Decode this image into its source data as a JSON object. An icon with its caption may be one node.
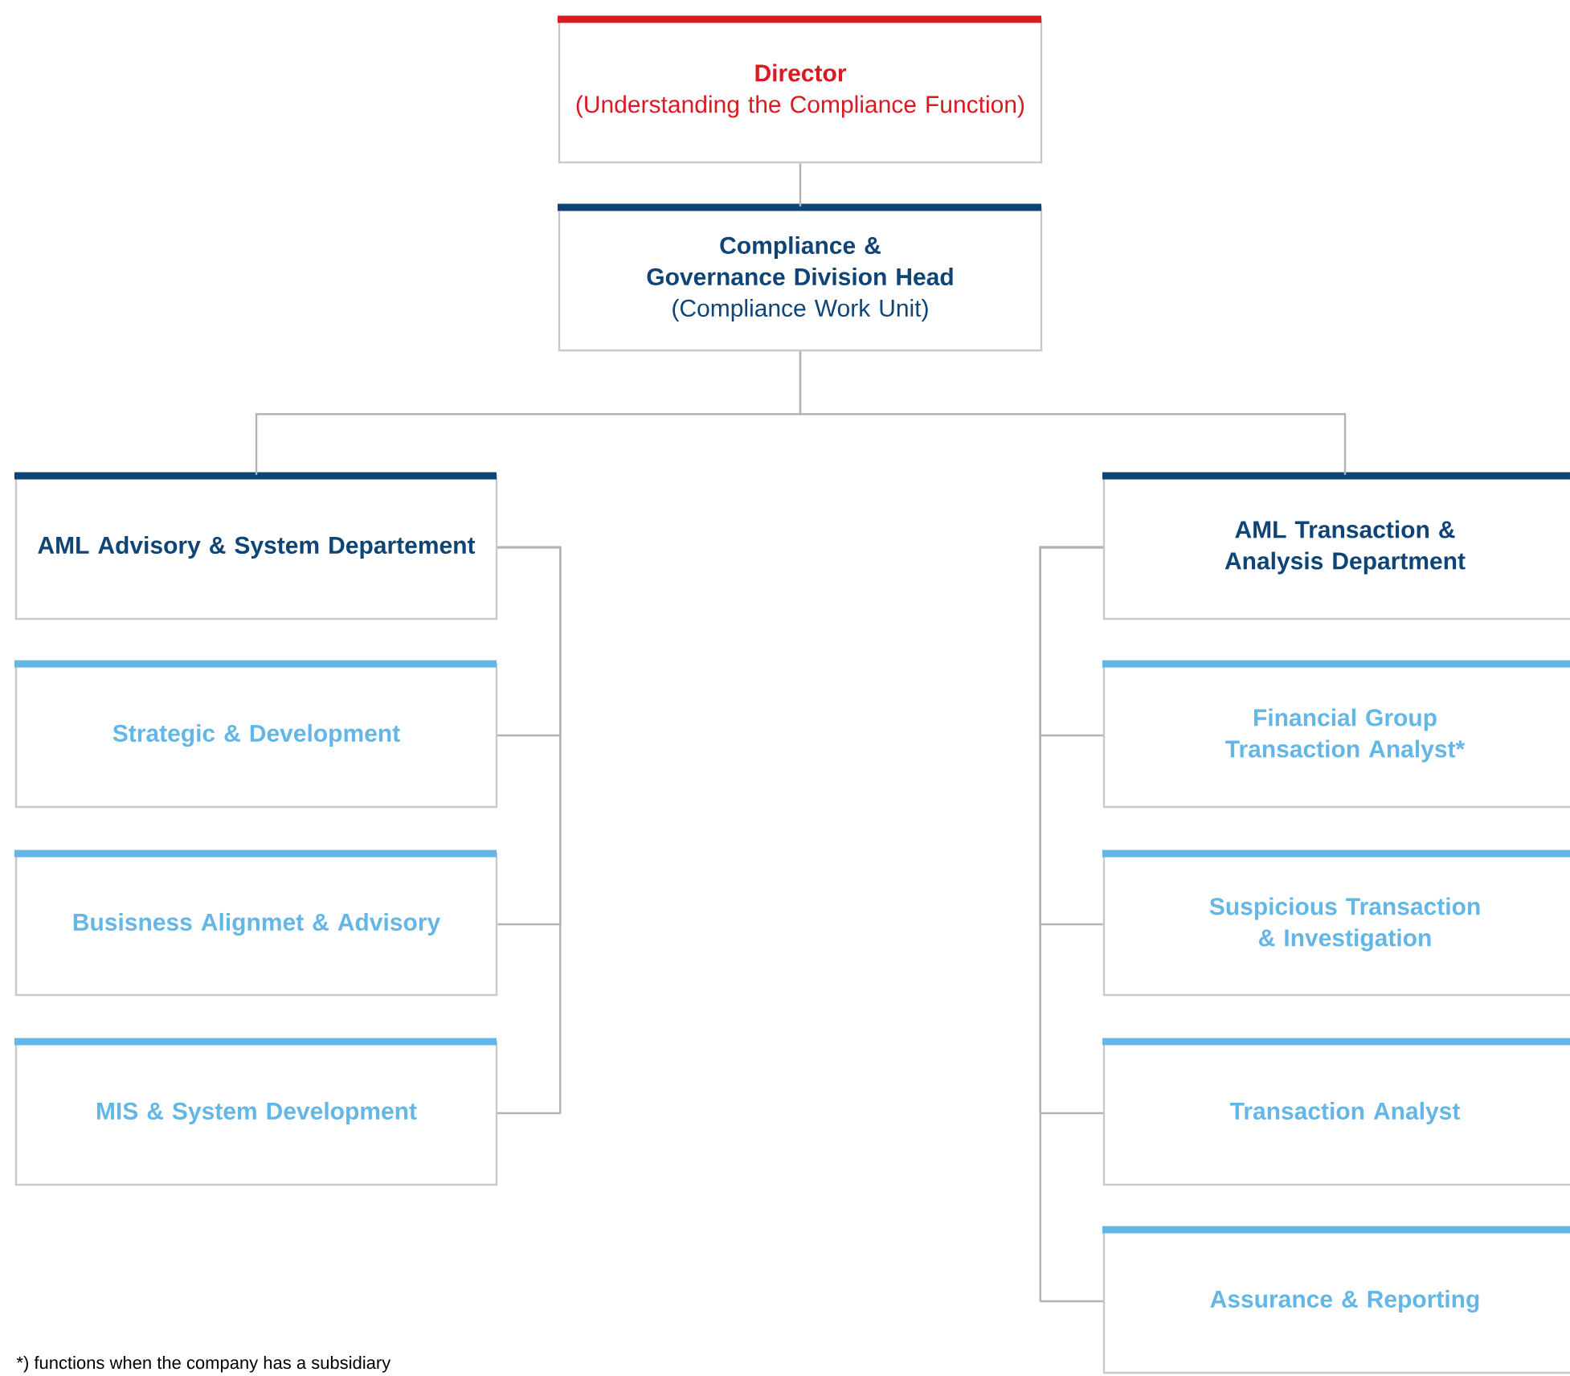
{
  "diagram": {
    "nodes": [
      {
        "text": [
          "Director",
          "(Understanding the Compliance Function)"
        ]
      },
      {
        "text": [
          "Compliance & Governance Division Head",
          "(Compliance Work Unit)"
        ]
      },
      {
        "text": [
          "AML Advisory & System Departement"
        ]
      },
      {
        "text": [
          "Strategic & Development"
        ]
      },
      {
        "text": [
          "Busisness Alignmet & Advisory"
        ]
      },
      {
        "text": [
          "MIS & System Development"
        ]
      },
      {
        "text": [
          "AML Transaction & Analysis Department"
        ]
      },
      {
        "text": [
          "Financial Group Transaction Analyst*"
        ]
      },
      {
        "text": [
          "Suspicious Transaction & Investigation"
        ]
      },
      {
        "text": [
          "Transaction Analyst"
        ]
      },
      {
        "text": [
          "Assurance & Reporting"
        ]
      }
    ],
    "edges": [
      {
        "from": 0,
        "to": 1,
        "arrow": "none"
      },
      {
        "from": 1,
        "to": 2,
        "arrow": "none"
      },
      {
        "from": 1,
        "to": 6,
        "arrow": "none"
      },
      {
        "from": 2,
        "to": 3,
        "arrow": "none"
      },
      {
        "from": 2,
        "to": 4,
        "arrow": "none"
      },
      {
        "from": 2,
        "to": 5,
        "arrow": "none"
      },
      {
        "from": 6,
        "to": 7,
        "arrow": "none"
      },
      {
        "from": 6,
        "to": 8,
        "arrow": "none"
      },
      {
        "from": 6,
        "to": 9,
        "arrow": "none"
      },
      {
        "from": 6,
        "to": 10,
        "arrow": "none"
      }
    ],
    "labels": [
      "*) functions when the company has a subsidiary"
    ]
  }
}
